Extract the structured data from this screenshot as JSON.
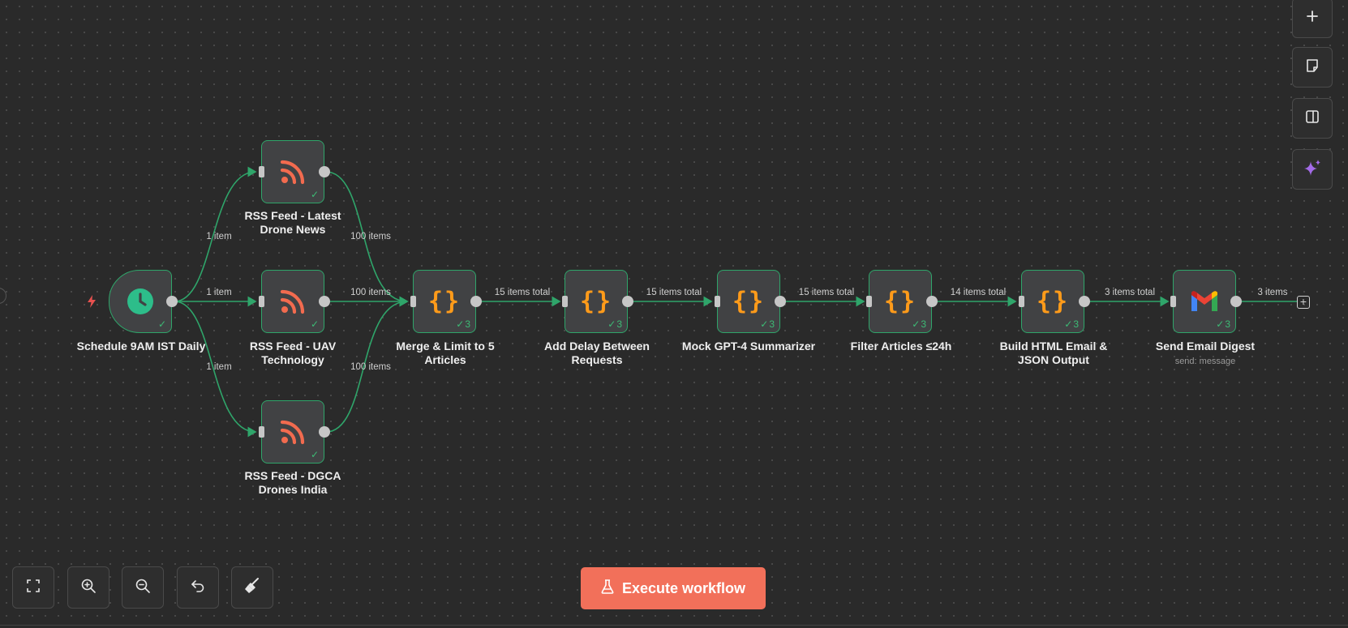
{
  "workflow": {
    "execute_label": "Execute workflow",
    "nodes": {
      "schedule": {
        "label": "Schedule 9AM IST Daily"
      },
      "rss1": {
        "label": "RSS Feed - Latest Drone News"
      },
      "rss2": {
        "label": "RSS Feed - UAV Technology"
      },
      "rss3": {
        "label": "RSS Feed - DGCA Drones India"
      },
      "merge": {
        "label": "Merge & Limit to 5 Articles",
        "count": "3"
      },
      "delay": {
        "label": "Add Delay Between Requests",
        "count": "3"
      },
      "gpt": {
        "label": "Mock GPT-4 Summarizer",
        "count": "3"
      },
      "filter": {
        "label": "Filter Articles ≤24h",
        "count": "3"
      },
      "build": {
        "label": "Build HTML Email & JSON Output",
        "count": "3"
      },
      "send": {
        "label": "Send Email Digest",
        "subtitle": "send: message",
        "count": "3"
      }
    },
    "edges": {
      "sched_rss1": "1 item",
      "sched_rss2": "1 item",
      "sched_rss3": "1 item",
      "rss1_merge": "100 items",
      "rss2_merge": "100 items",
      "rss3_merge": "100 items",
      "merge_delay": "15 items total",
      "delay_gpt": "15 items total",
      "gpt_filter": "15 items total",
      "filter_build": "14 items total",
      "build_send": "3 items total",
      "send_out": "3 items"
    }
  },
  "icons": {
    "schedule": "clock-icon",
    "rss": "rss-icon",
    "code": "code-braces-icon",
    "gmail": "gmail-icon"
  },
  "colors": {
    "canvas": "#2a2a2a",
    "node_border": "#2fa56a",
    "edge": "#2fa56a",
    "rss": "#f26b4f",
    "code": "#ff9b1a",
    "execute": "#f2705a",
    "ai": "#a36be8",
    "clock": "#2dbd8a"
  }
}
